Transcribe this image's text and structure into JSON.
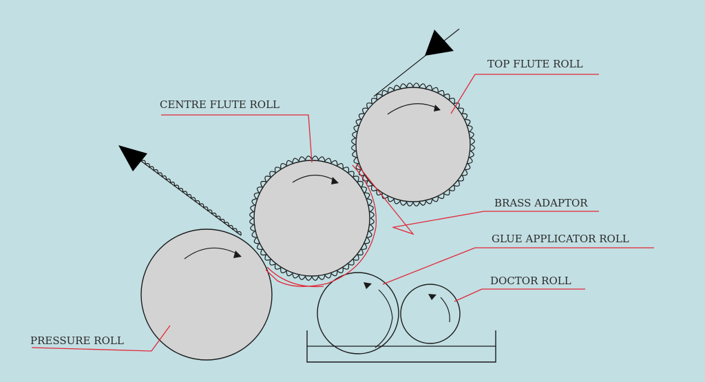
{
  "diagram": {
    "colors": {
      "background": "#c2dfe3",
      "roll_fill": "#d3d3d3",
      "outline": "#1a1a1a",
      "leader": "#e32636",
      "text": "#2a2a2a"
    },
    "labels": {
      "top_flute_roll": "TOP FLUTE ROLL",
      "centre_flute_roll": "CENTRE FLUTE ROLL",
      "brass_adaptor": "BRASS ADAPTOR",
      "glue_applicator_roll": "GLUE APPLICATOR ROLL",
      "doctor_roll": "DOCTOR ROLL",
      "pressure_roll": "PRESSURE ROLL"
    }
  }
}
